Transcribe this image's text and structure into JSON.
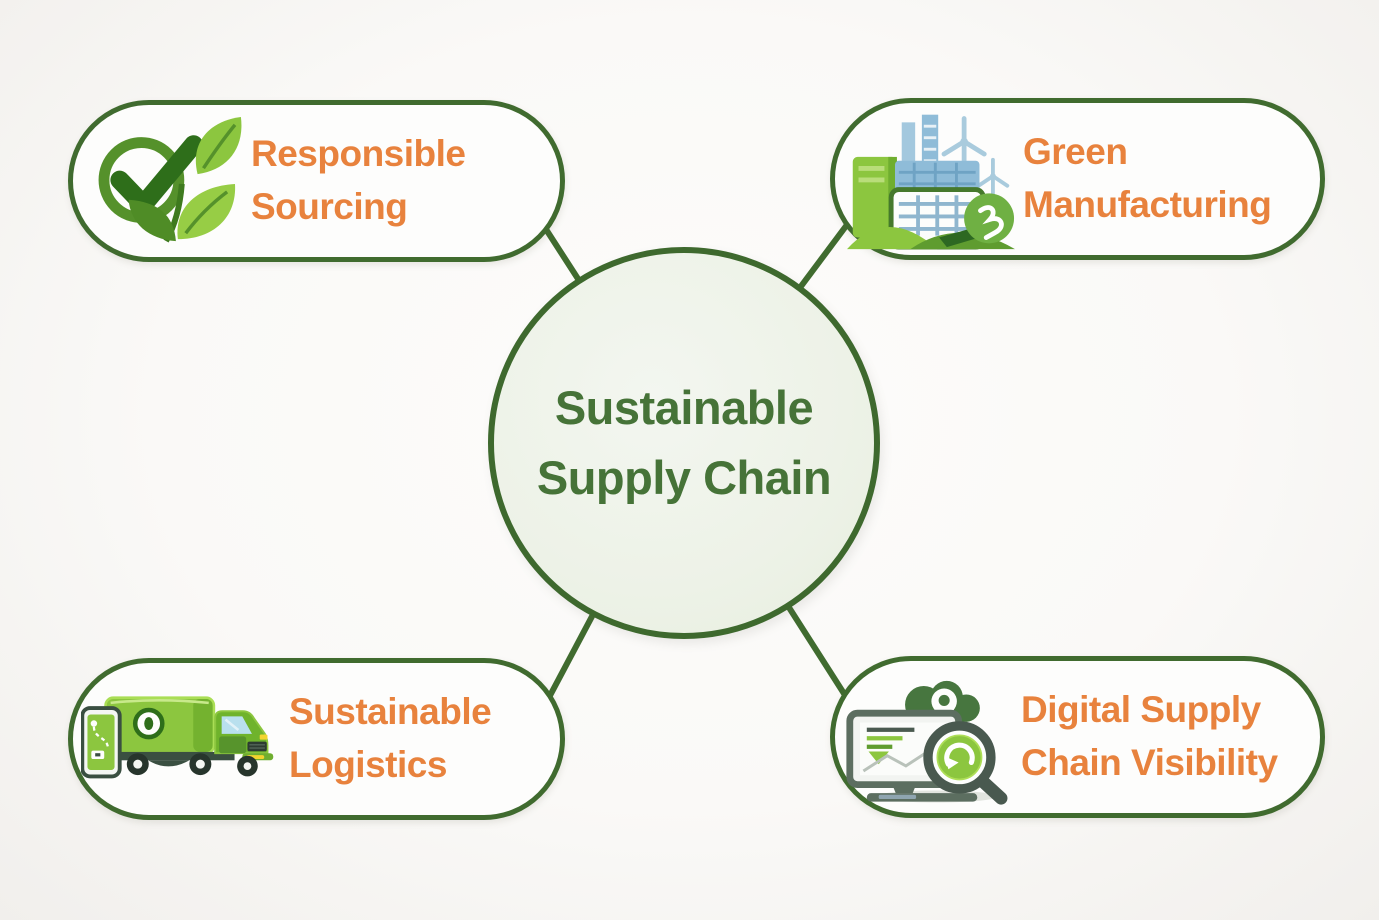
{
  "diagram_title": "Sustainable Supply Chain",
  "center": {
    "line1": "Sustainable",
    "line2": "Supply Chain"
  },
  "nodes": [
    {
      "id": "responsible-sourcing",
      "line1": "Responsible",
      "line2": "Sourcing",
      "icon": "check-leaves-icon"
    },
    {
      "id": "green-manufacturing",
      "line1": "Green",
      "line2": "Manufacturing",
      "icon": "eco-factory-icon"
    },
    {
      "id": "sustainable-logistics",
      "line1": "Sustainable",
      "line2": "Logistics",
      "icon": "green-truck-icon"
    },
    {
      "id": "digital-visibility",
      "line1": "Digital Supply",
      "line2": "Chain Visibility",
      "icon": "monitor-magnifier-icon"
    }
  ],
  "colors": {
    "outline_green": "#406B2F",
    "label_orange": "#E8823D",
    "center_text_green": "#467338",
    "leaf_green": "#8CC63F",
    "circle_fill": "#EDF2E8",
    "background": "#FAF9F7"
  }
}
